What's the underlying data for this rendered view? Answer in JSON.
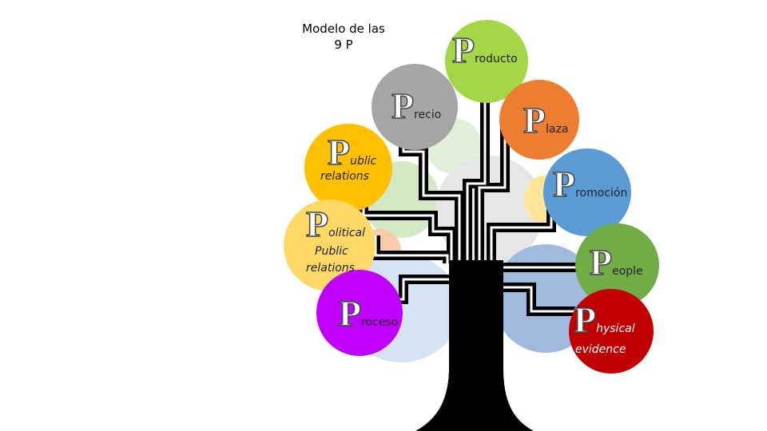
{
  "slide": {
    "title_line1": "Modelo de las",
    "title_line2": "9 P"
  },
  "nodes": {
    "producto": {
      "p": "P",
      "rest": "roducto"
    },
    "precio": {
      "p": "P",
      "rest": "recio"
    },
    "plaza": {
      "p": "P",
      "rest": "laza"
    },
    "public_relations": {
      "p": "P",
      "rest": "ublic",
      "line2": "relations"
    },
    "promocion": {
      "p": "P",
      "rest": "romoción"
    },
    "political": {
      "p": "P",
      "rest": "olitical",
      "line2": "Public",
      "line3": "relations"
    },
    "people": {
      "p": "P",
      "rest": "eople"
    },
    "proceso": {
      "p": "P",
      "rest": "roceso"
    },
    "physical": {
      "p": "P",
      "rest": "hysical",
      "line2": "evidence"
    }
  },
  "colors": {
    "producto": "#a5d648",
    "precio": "#a6a6a6",
    "plaza": "#ed7d31",
    "public_relations": "#ffc000",
    "promocion": "#5b9bd5",
    "political": "#ffd966",
    "people": "#70ad47",
    "proceso": "#c000ff",
    "physical": "#c00000",
    "trunk": "#000000"
  }
}
